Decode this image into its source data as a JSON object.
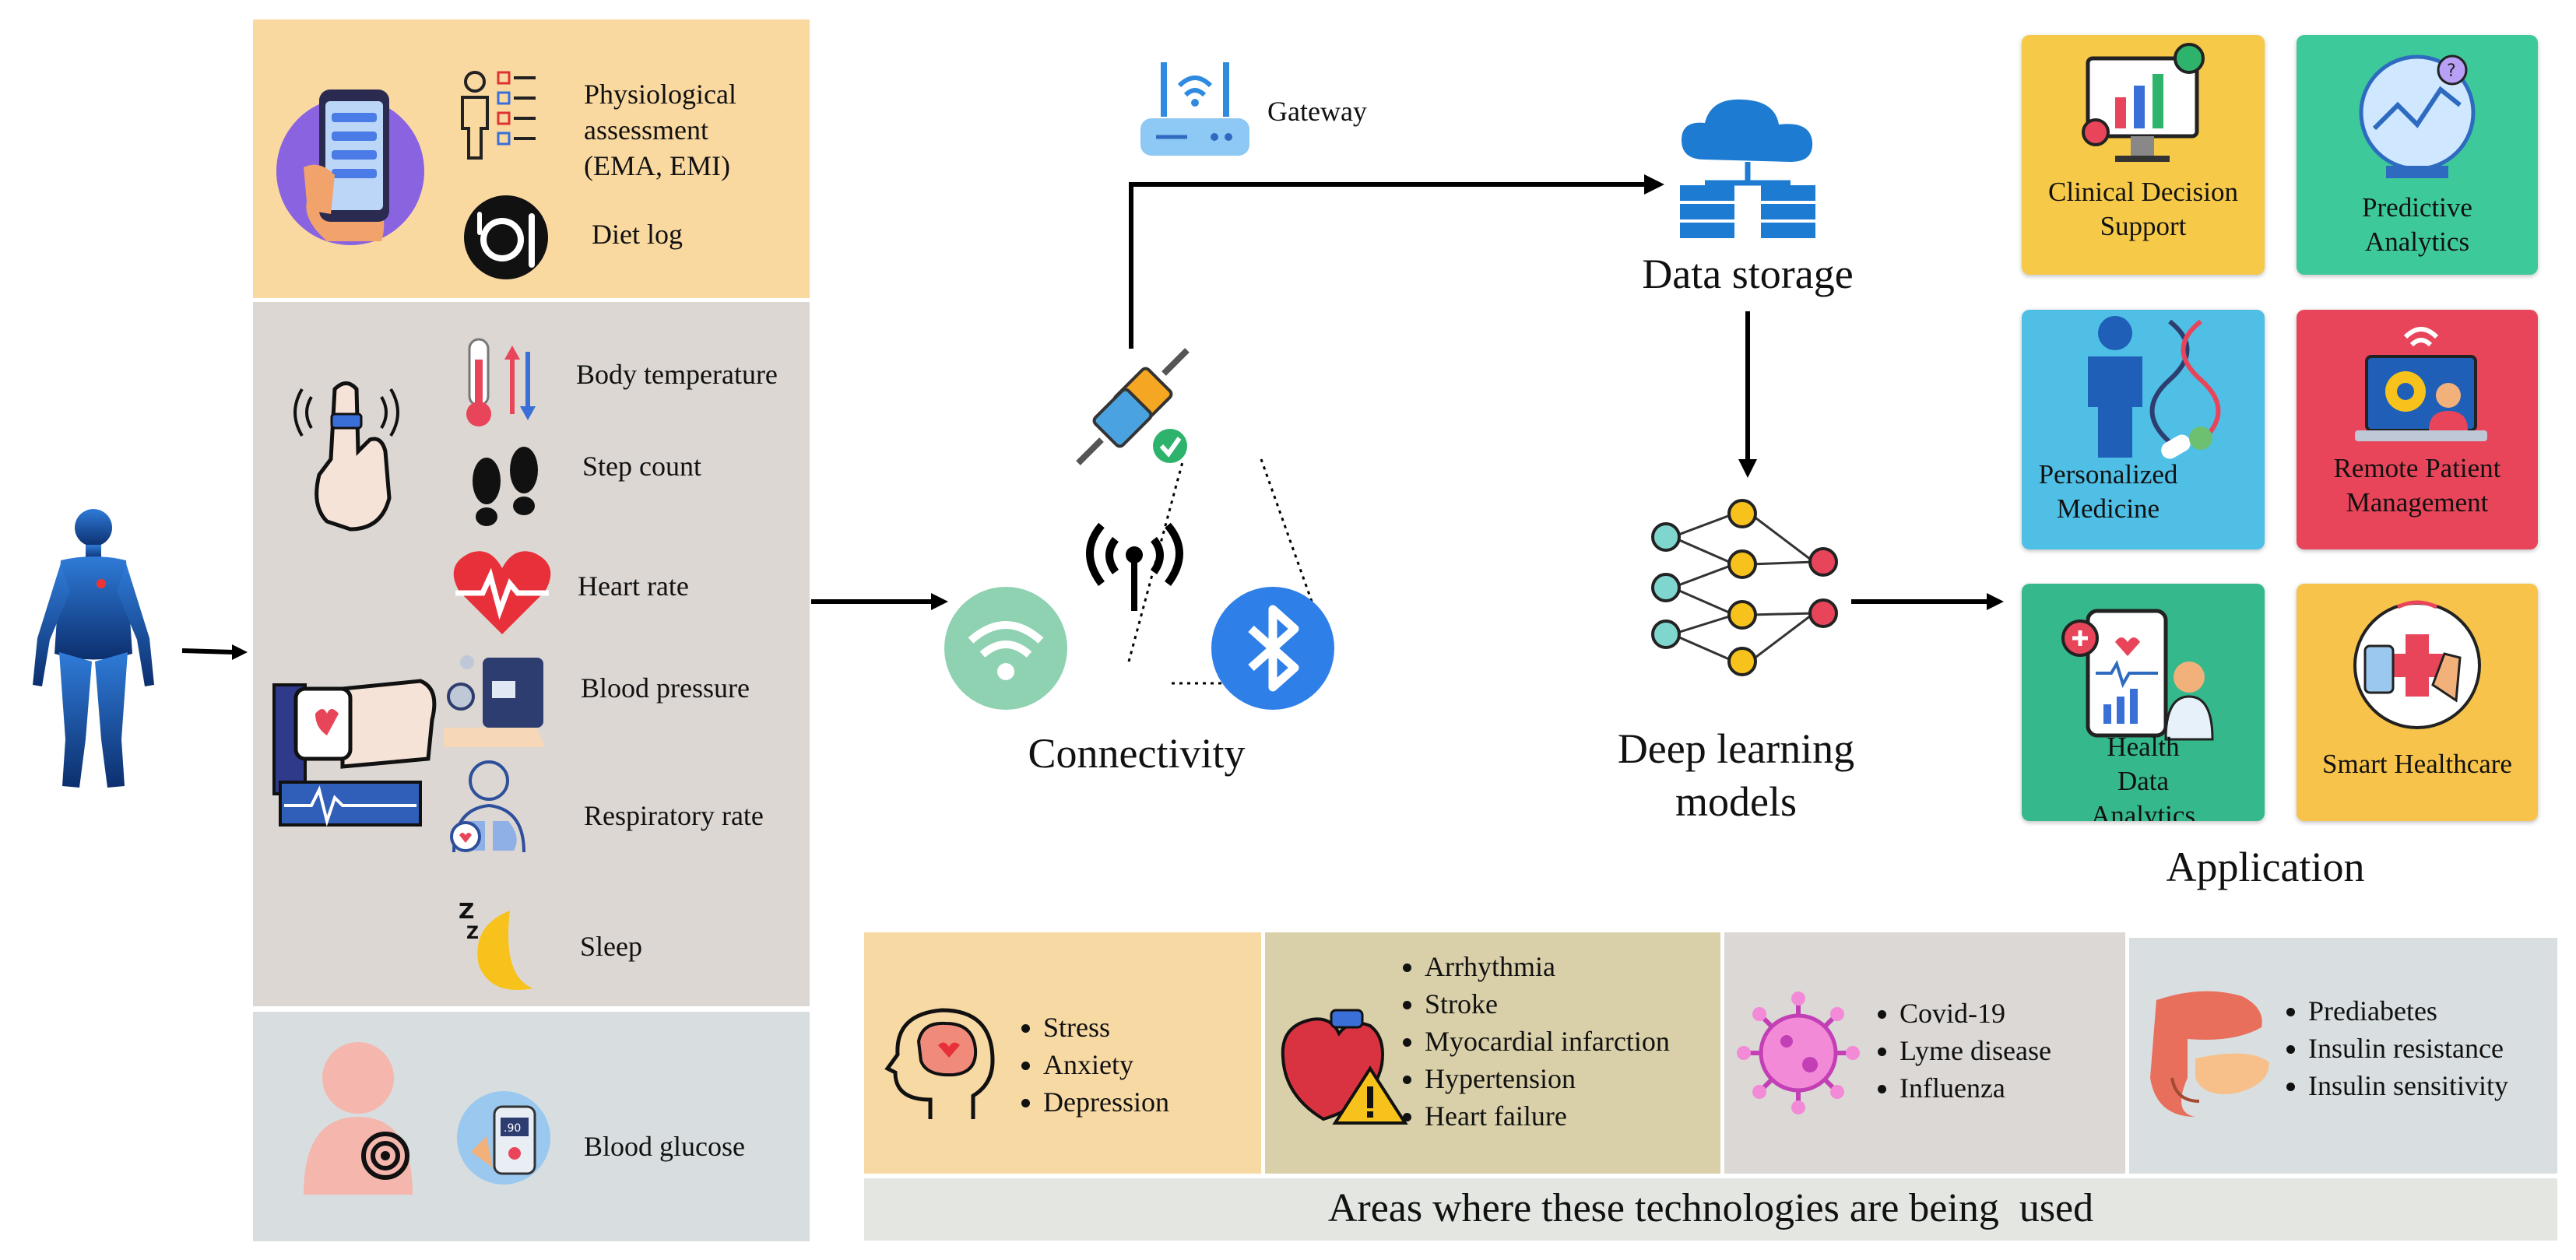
{
  "inputs": {
    "top_items": [
      "Physiological assessment (EMA, EMI)",
      "Diet log"
    ],
    "sensor_items": [
      "Body temperature",
      "Step count",
      "Heart rate",
      "Blood pressure",
      "Respiratory rate",
      "Sleep"
    ],
    "glucose_item": "Blood glucose"
  },
  "pipeline": {
    "gateway": "Gateway",
    "connectivity": "Connectivity",
    "data_storage": "Data storage",
    "deep_learning": "Deep learning models"
  },
  "application": {
    "title": "Application",
    "tiles": [
      {
        "label": "Clinical Decision Support",
        "color": "#f7c948"
      },
      {
        "label": "Predictive Analytics",
        "color": "#3ec99a"
      },
      {
        "label": "Personalized Medicine",
        "color": "#4fbfe6"
      },
      {
        "label": "Remote Patient Management",
        "color": "#e8455a"
      },
      {
        "label": "Health Data Analytics",
        "color": "#35b98c"
      },
      {
        "label": "Smart Healthcare",
        "color": "#f8c34a"
      }
    ]
  },
  "areas": {
    "caption": "Areas where these technologies are being  used",
    "groups": [
      {
        "items": [
          "Stress",
          "Anxiety",
          "Depression"
        ],
        "color": "#f7d9a4"
      },
      {
        "items": [
          "Arrhythmia",
          "Stroke",
          "Myocardial infarction",
          "Hypertension",
          "Heart failure"
        ],
        "color": "#d9d0a9"
      },
      {
        "items": [
          "Covid-19",
          "Lyme disease",
          "Influenza"
        ],
        "color": "#dcd8d5"
      },
      {
        "items": [
          "Prediabetes",
          "Insulin resistance",
          "Insulin sensitivity"
        ],
        "color": "#d9dee0"
      }
    ]
  },
  "colors": {
    "panel_top": "#fad9a1",
    "panel_mid": "#dcd7d3",
    "panel_bottom": "#d8dee0",
    "caption_bg": "#e3e6e1"
  }
}
